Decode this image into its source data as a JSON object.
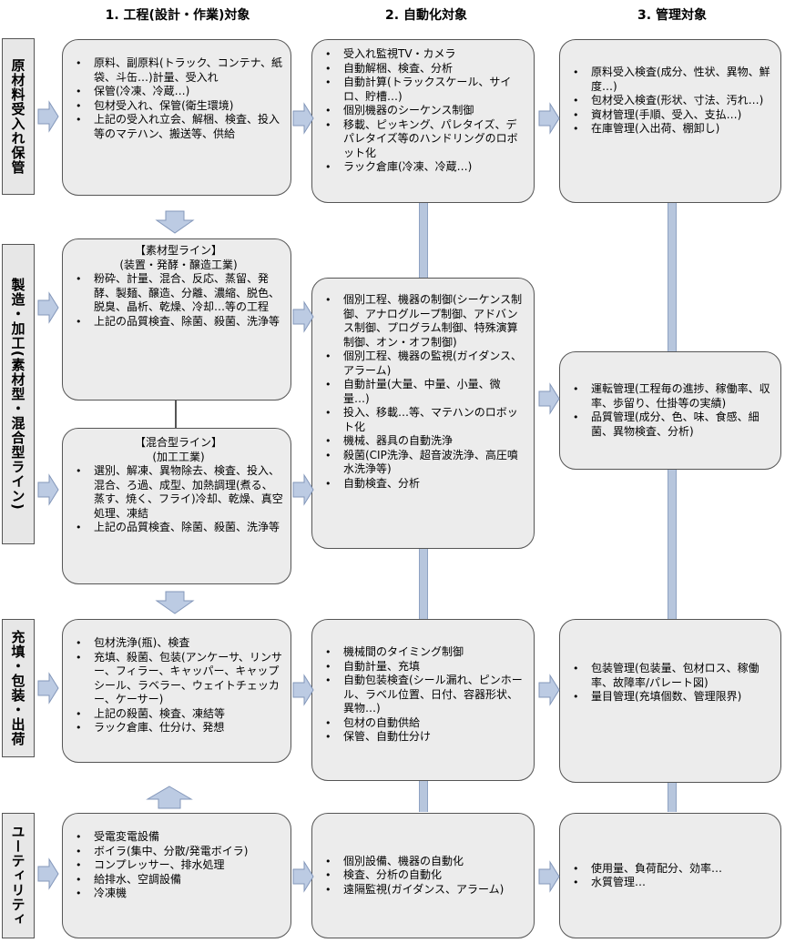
{
  "columns": [
    "1. 工程(設計・作業)対象",
    "2. 自動化対象",
    "3. 管理対象"
  ],
  "rows": [
    {
      "label": "原材料受入れ保管",
      "process": [
        "原料、副原料(トラック、コンテナ、紙袋、斗缶…)計量、受入れ",
        "保管(冷凍、冷蔵…)",
        "包材受入れ、保管(衛生環境)",
        "上記の受入れ立会、解梱、検査、投入等のマテハン、搬送等、供給"
      ],
      "automation": [
        "受入れ監視TV・カメラ",
        "自動解梱、検査、分析",
        "自動計算(トラックスケール、サイロ、貯槽…)",
        "個別機器のシーケンス制御",
        "移載、ピッキング、パレタイズ、デパレタイズ等のハンドリングのロボット化",
        "ラック倉庫(冷凍、冷蔵…)"
      ],
      "management": [
        "原料受入検査(成分、性状、異物、鮮度…)",
        "包材受入検査(形状、寸法、汚れ…)",
        "資材管理(手順、受入、支払…)",
        "在庫管理(入出荷、棚卸し)"
      ]
    },
    {
      "label": "製造・加工(素材型・混合型ライン)",
      "process_a_head": [
        "【素材型ライン】",
        "(装置・発酵・醸造工業)"
      ],
      "process_a": [
        "粉砕、計量、混合、反応、蒸留、発酵、製麺、醸造、分離、濃縮、脱色、脱臭、晶析、乾燥、冷却…等の工程",
        "上記の品質検査、除菌、殺菌、洗浄等"
      ],
      "process_b_head": [
        "【混合型ライン】",
        "(加工工業)"
      ],
      "process_b": [
        "選別、解凍、異物除去、検査、投入、混合、ろ過、成型、加熱調理(煮る、蒸す、焼く、フライ)冷却、乾燥、真空処理、凍結",
        "上記の品質検査、除菌、殺菌、洗浄等"
      ],
      "automation": [
        "個別工程、機器の制御(シーケンス制御、アナログループ制御、アドバンス制御、プログラム制御、特殊演算制御、オン・オフ制御)",
        "個別工程、機器の監視(ガイダンス、アラーム)",
        "自動計量(大量、中量、小量、微量…)",
        "投入、移載…等、マテハンのロボット化",
        "機械、器具の自動洗浄",
        "殺菌(CIP洗浄、超音波洗浄、高圧噴水洗浄等)",
        "自動検査、分析"
      ],
      "management": [
        "運転管理(工程毎の進捗、稼働率、収率、歩留り、仕掛等の実績)",
        "品質管理(成分、色、味、食感、細菌、異物検査、分析)"
      ]
    },
    {
      "label": "充填・包装・出荷",
      "process": [
        "包材洗浄(瓶)、検査",
        "充填、殺菌、包装(アンケーサ、リンサー、フィラー、キャッパー、キャップシール、ラベラー、ウェイトチェッカー、ケーサー)",
        "上記の殺菌、検査、凍結等",
        "ラック倉庫、仕分け、発想"
      ],
      "automation": [
        "機械間のタイミング制御",
        "自動計量、充填",
        "自動包装検査(シール漏れ、ピンホール、ラベル位置、日付、容器形状、異物…)",
        "包材の自動供給",
        "保管、自動仕分け"
      ],
      "management": [
        "包装管理(包装量、包材ロス、稼働率、故障率/パレート図)",
        "量目管理(充填個数、管理限界)"
      ]
    },
    {
      "label": "ユーティリティ",
      "process": [
        "受電変電設備",
        "ボイラ(集中、分散/発電ボイラ)",
        "コンプレッサー、排水処理",
        "給排水、空調設備",
        "冷凍機"
      ],
      "automation": [
        "個別設備、機器の自動化",
        "検査、分析の自動化",
        "遠隔監視(ガイダンス、アラーム)"
      ],
      "management": [
        "使用量、負荷配分、効率…",
        "水質管理…"
      ]
    }
  ]
}
